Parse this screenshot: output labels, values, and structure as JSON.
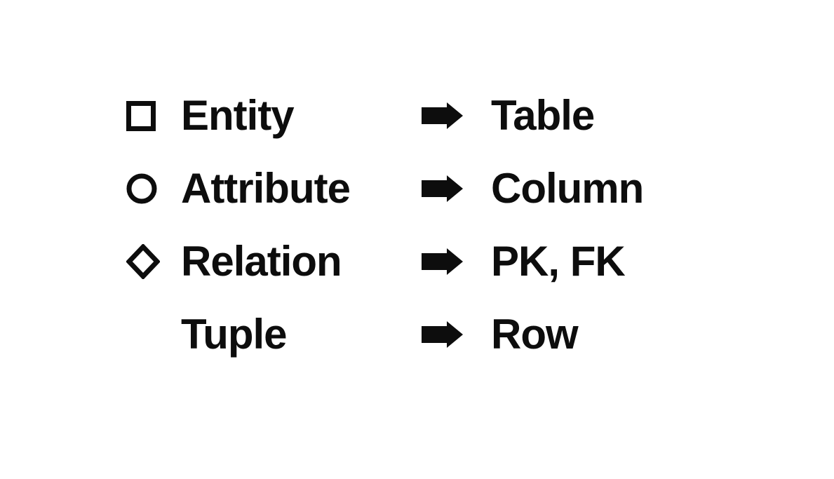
{
  "page": {
    "background_color": "#ffffff",
    "text_color": "#0d0d0d"
  },
  "mapping": {
    "arrow_icon": "arrow-right-icon",
    "rows": [
      {
        "icon": "square-icon",
        "term": "Entity",
        "maps_to": "Table"
      },
      {
        "icon": "circle-icon",
        "term": "Attribute",
        "maps_to": "Column"
      },
      {
        "icon": "diamond-icon",
        "term": "Relation",
        "maps_to": "PK, FK"
      },
      {
        "icon": "",
        "term": "Tuple",
        "maps_to": "Row"
      }
    ]
  }
}
